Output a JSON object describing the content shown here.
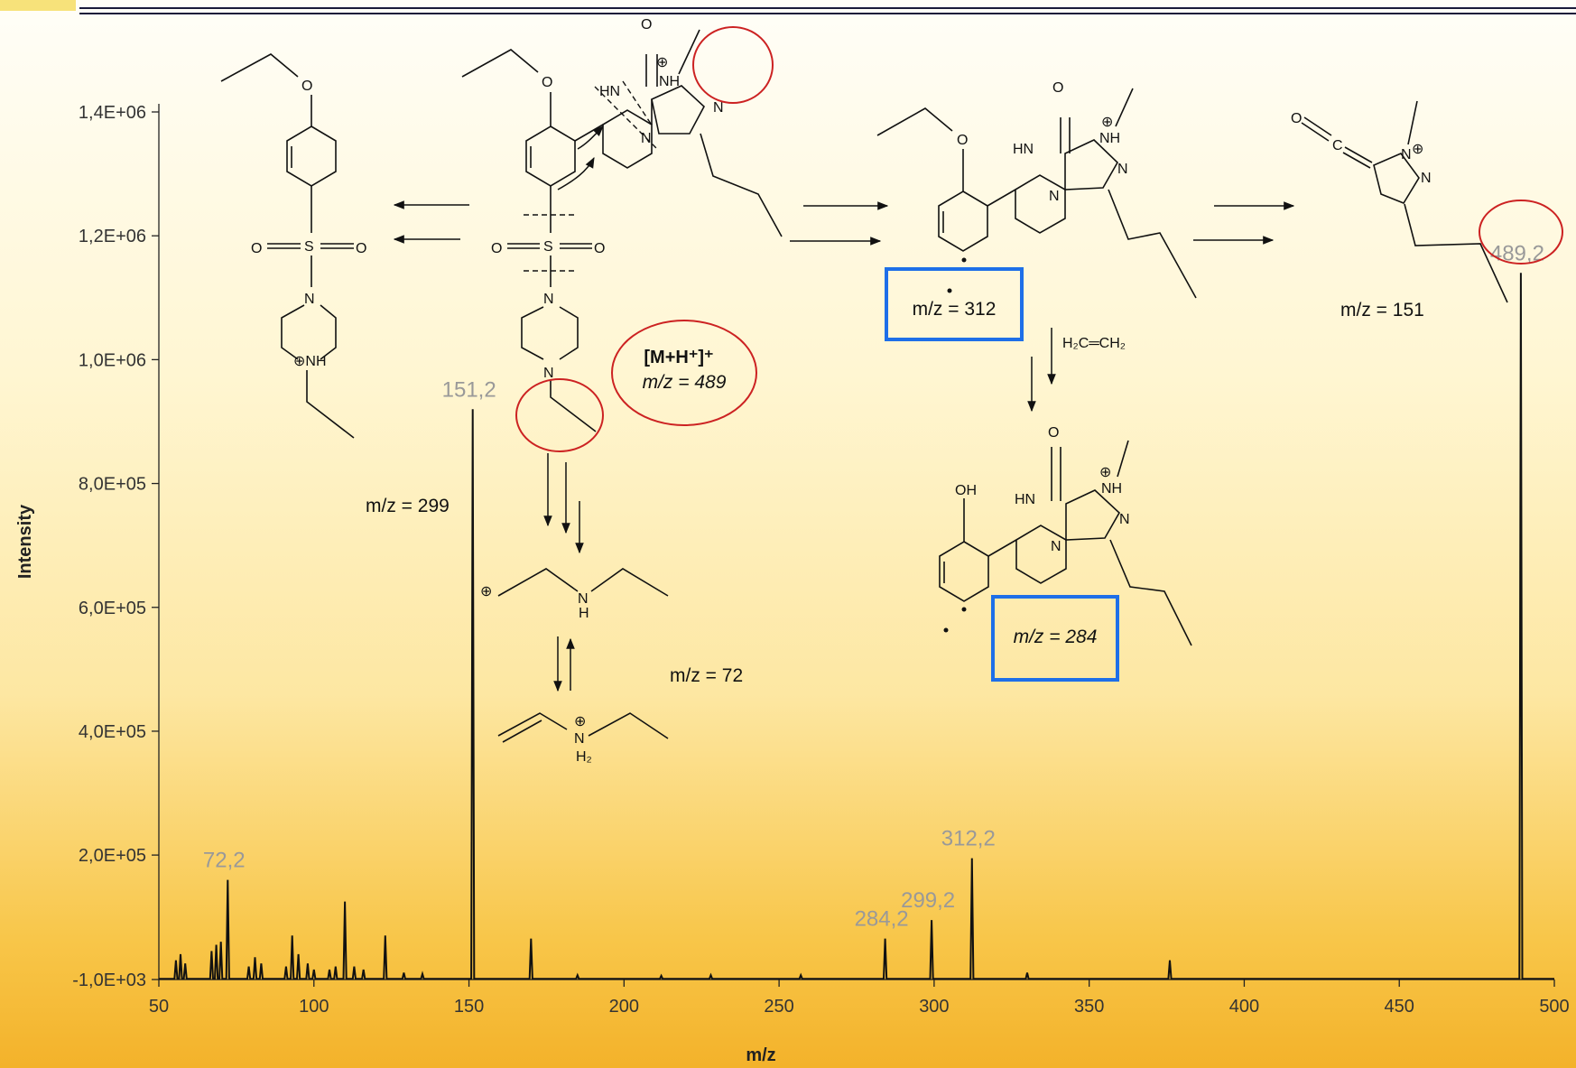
{
  "chart_data": {
    "type": "line",
    "xlabel": "m/z",
    "ylabel": "Intensity",
    "xlim": [
      50,
      500
    ],
    "ylim": [
      -1000,
      1400000
    ],
    "x_ticks": [
      "50",
      "100",
      "150",
      "200",
      "250",
      "300",
      "350",
      "400",
      "450",
      "500"
    ],
    "y_ticks": [
      {
        "value": -1000,
        "label": "-1,0E+03"
      },
      {
        "value": 200000,
        "label": "2,0E+05"
      },
      {
        "value": 400000,
        "label": "4,0E+05"
      },
      {
        "value": 600000,
        "label": "6,0E+05"
      },
      {
        "value": 800000,
        "label": "8,0E+05"
      },
      {
        "value": 1000000,
        "label": "1,0E+06"
      },
      {
        "value": 1200000,
        "label": "1,2E+06"
      },
      {
        "value": 1400000,
        "label": "1,4E+06"
      }
    ],
    "peaks": [
      {
        "mz": 55.5,
        "intensity": 30000
      },
      {
        "mz": 57,
        "intensity": 40000
      },
      {
        "mz": 58.5,
        "intensity": 25000
      },
      {
        "mz": 67,
        "intensity": 45000
      },
      {
        "mz": 68.5,
        "intensity": 55000
      },
      {
        "mz": 70,
        "intensity": 60000
      },
      {
        "mz": 72.2,
        "intensity": 160000
      },
      {
        "mz": 79,
        "intensity": 20000
      },
      {
        "mz": 81,
        "intensity": 35000
      },
      {
        "mz": 83,
        "intensity": 25000
      },
      {
        "mz": 91,
        "intensity": 20000
      },
      {
        "mz": 93,
        "intensity": 70000
      },
      {
        "mz": 95,
        "intensity": 40000
      },
      {
        "mz": 98,
        "intensity": 25000
      },
      {
        "mz": 100,
        "intensity": 15000
      },
      {
        "mz": 105,
        "intensity": 15000
      },
      {
        "mz": 107,
        "intensity": 20000
      },
      {
        "mz": 110,
        "intensity": 125000
      },
      {
        "mz": 113,
        "intensity": 20000
      },
      {
        "mz": 116,
        "intensity": 15000
      },
      {
        "mz": 123,
        "intensity": 70000
      },
      {
        "mz": 129,
        "intensity": 10000
      },
      {
        "mz": 135,
        "intensity": 8000
      },
      {
        "mz": 151.2,
        "intensity": 920000
      },
      {
        "mz": 170,
        "intensity": 65000
      },
      {
        "mz": 185,
        "intensity": 6000
      },
      {
        "mz": 212,
        "intensity": 5000
      },
      {
        "mz": 228,
        "intensity": 6000
      },
      {
        "mz": 257,
        "intensity": 6000
      },
      {
        "mz": 284.2,
        "intensity": 65000
      },
      {
        "mz": 299.2,
        "intensity": 95000
      },
      {
        "mz": 312.2,
        "intensity": 195000
      },
      {
        "mz": 330,
        "intensity": 10000
      },
      {
        "mz": 376,
        "intensity": 30000
      },
      {
        "mz": 489.2,
        "intensity": 1140000
      }
    ],
    "peak_labels": [
      {
        "mz": 72.2,
        "intensity": 160000,
        "text": "72,2"
      },
      {
        "mz": 151.2,
        "intensity": 920000,
        "text": "151,2"
      },
      {
        "mz": 284.2,
        "intensity": 65000,
        "text": "284,2"
      },
      {
        "mz": 299.2,
        "intensity": 95000,
        "text": "299,2"
      },
      {
        "mz": 312.2,
        "intensity": 195000,
        "text": "312,2"
      },
      {
        "mz": 489.2,
        "intensity": 1140000,
        "text": "489,2"
      }
    ],
    "colors": {
      "spectrum": "#111111",
      "highlight_red": "#cc2222",
      "highlight_blue": "#1e6fe8"
    }
  },
  "annotations": {
    "parent_ion": "[M+H⁺]⁺",
    "parent_mz": "m/z = 489",
    "frag_299": "m/z = 299",
    "frag_72": "m/z = 72",
    "frag_312": "m/z = 312",
    "frag_284": "m/z = 284",
    "frag_151": "m/z = 151",
    "ethylene": "H₂C═CH₂"
  }
}
